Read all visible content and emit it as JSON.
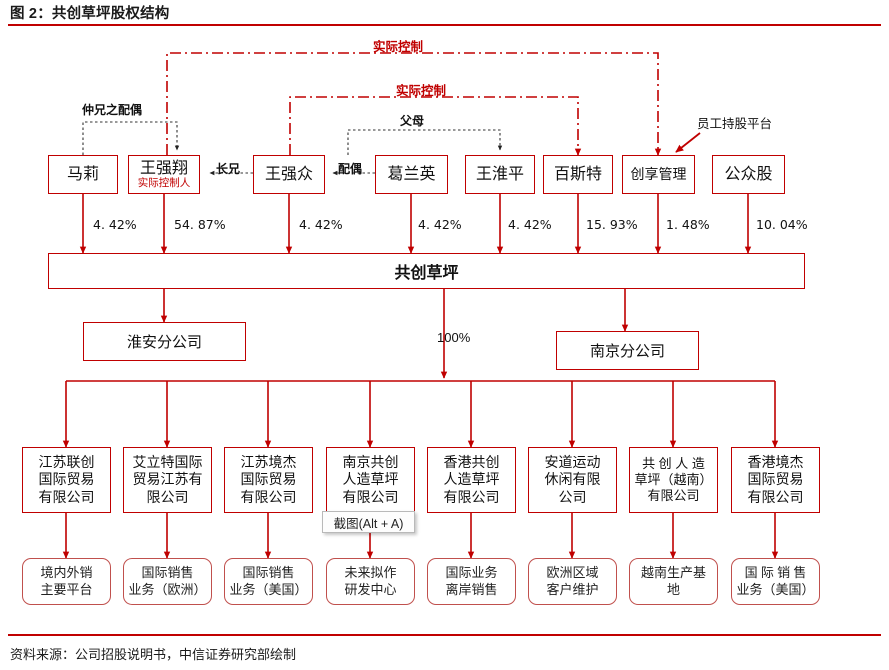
{
  "figure": {
    "title": "图 2：共创草坪股权结构",
    "source": "资料来源：公司招股说明书，中信证券研究部绘制",
    "accent_color": "#c00000"
  },
  "annotations": {
    "control_outer": "实际控制",
    "control_inner": "实际控制",
    "spouse_of_second_brother": "仲兄之配偶",
    "eldest_brother": "长兄",
    "spouse": "配偶",
    "parents": "父母",
    "employee_platform": "员工持股平台",
    "full_ownership": "100%"
  },
  "shareholders": [
    {
      "name": "马莉",
      "note": "",
      "pct": "4. 42%"
    },
    {
      "name": "王强翔",
      "note": "实际控制人",
      "pct": "54. 87%"
    },
    {
      "name": "王强众",
      "note": "",
      "pct": "4. 42%"
    },
    {
      "name": "葛兰英",
      "note": "",
      "pct": "4. 42%"
    },
    {
      "name": "王淮平",
      "note": "",
      "pct": "4. 42%"
    },
    {
      "name": "百斯特",
      "note": "",
      "pct": "15. 93%"
    },
    {
      "name": "创享管理",
      "note": "",
      "pct": "1. 48%"
    },
    {
      "name": "公众股",
      "note": "",
      "pct": "10. 04%"
    }
  ],
  "company": {
    "name": "共创草坪"
  },
  "branches": [
    {
      "name": "淮安分公司"
    },
    {
      "name": "南京分公司"
    }
  ],
  "subsidiaries": [
    {
      "name": "江苏联创\n国际贸易\n有限公司",
      "role": "境内外销\n主要平台"
    },
    {
      "name": "艾立特国际\n贸易江苏有\n限公司",
      "role": "国际销售\n业务（欧洲）"
    },
    {
      "name": "江苏境杰\n国际贸易\n有限公司",
      "role": "国际销售\n业务（美国）"
    },
    {
      "name": "南京共创\n人造草坪\n有限公司",
      "role": "未来拟作\n研发中心"
    },
    {
      "name": "香港共创\n人造草坪\n有限公司",
      "role": "国际业务\n离岸销售"
    },
    {
      "name": "安道运动\n休闲有限\n公司",
      "role": "欧洲区域\n客户维护"
    },
    {
      "name": "共 创 人 造\n草坪（越南）\n有限公司",
      "role": "越南生产基\n地"
    },
    {
      "name": "香港境杰\n国际贸易\n有限公司",
      "role": "国 际 销 售\n业务（美国）"
    }
  ],
  "overlay": {
    "screenshot_tooltip": "截图(Alt + A)"
  }
}
